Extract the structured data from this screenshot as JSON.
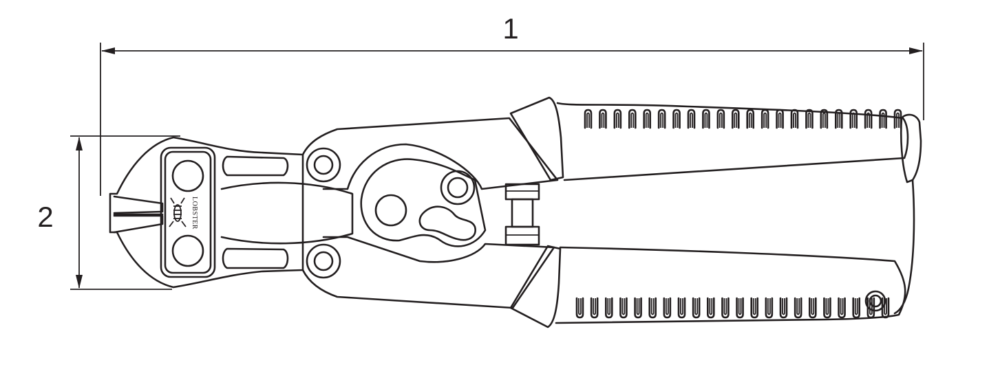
{
  "dimensions": {
    "overall_length_label": "1",
    "jaw_height_label": "2"
  },
  "tool": {
    "brand_text": "LOBSTER",
    "upper_grip_ribs": 22,
    "lower_grip_ribs": 22
  },
  "colors": {
    "line": "#231f20",
    "background": "#ffffff"
  }
}
